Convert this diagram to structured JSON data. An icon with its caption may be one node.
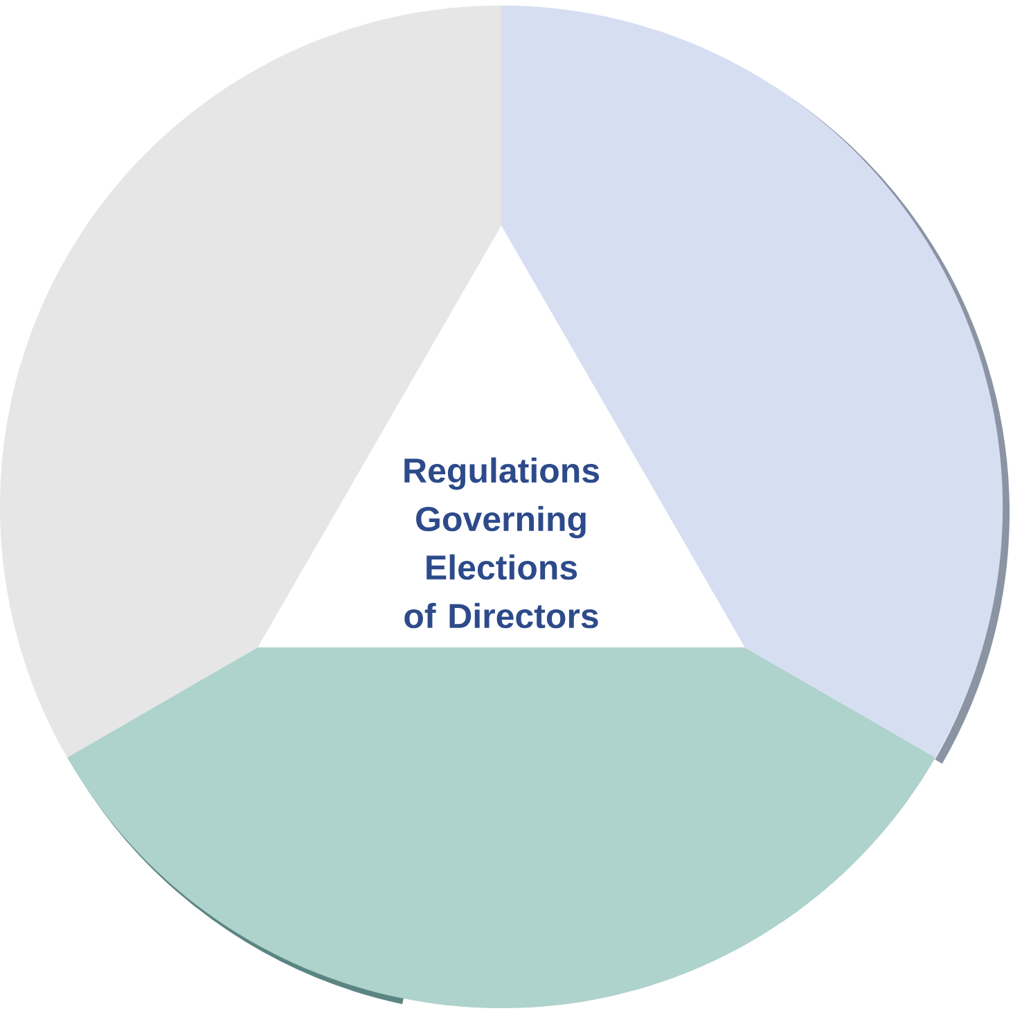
{
  "diagram": {
    "nodes": [
      {
        "text": [],
        "shape": "segment"
      },
      {
        "text": [],
        "shape": "segment"
      },
      {
        "text": [],
        "shape": "segment"
      },
      {
        "text": [
          "Regulations Governing Elections of Directors"
        ]
      }
    ]
  }
}
